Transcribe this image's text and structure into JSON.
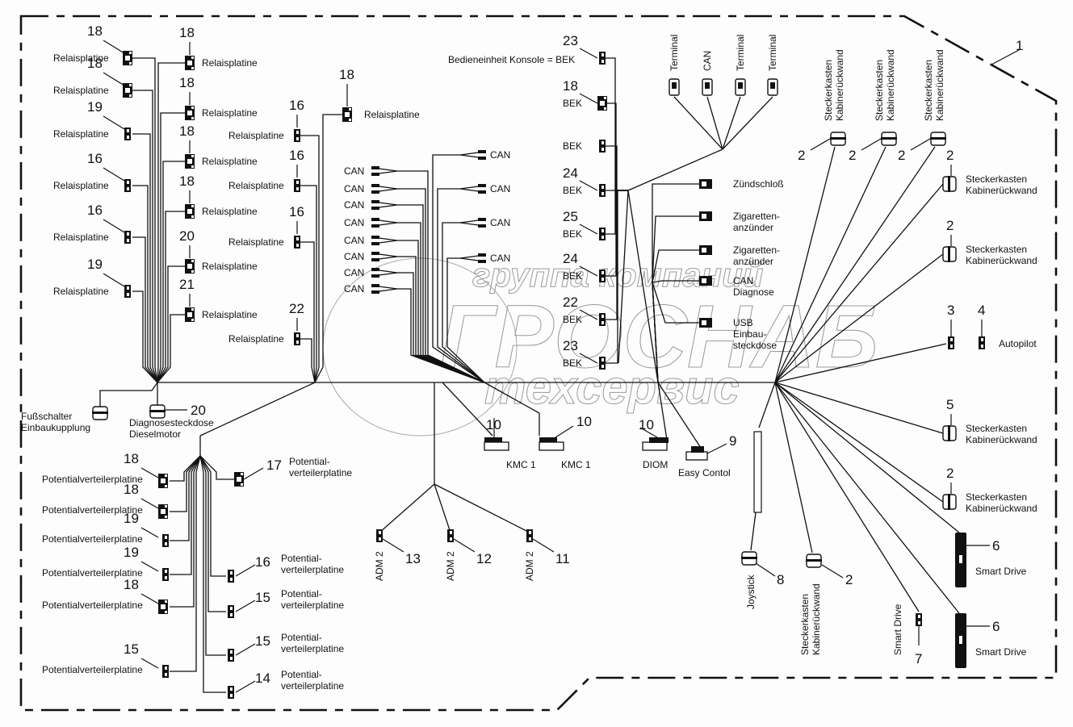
{
  "diagram": {
    "title": "Kabelbaum Kabine – Übersicht",
    "harness_ref": "1",
    "watermark": {
      "line1": "группа компаний",
      "line2": "ГРОСНАБ",
      "line3": "техсервис"
    }
  },
  "relay_left": [
    {
      "num": "18",
      "label": "Relaisplatine"
    },
    {
      "num": "18",
      "label": "Relaisplatine"
    },
    {
      "num": "19",
      "label": "Relaisplatine"
    },
    {
      "num": "16",
      "label": "Relaisplatine"
    },
    {
      "num": "16",
      "label": "Relaisplatine"
    },
    {
      "num": "19",
      "label": "Relaisplatine"
    }
  ],
  "relay_mid": [
    {
      "num": "18",
      "label": "Relaisplatine"
    },
    {
      "num": "18",
      "label": "Relaisplatine"
    },
    {
      "num": "18",
      "label": "Relaisplatine"
    },
    {
      "num": "18",
      "label": "Relaisplatine"
    },
    {
      "num": "20",
      "label": "Relaisplatine"
    },
    {
      "num": "21",
      "label": "Relaisplatine"
    }
  ],
  "relay_right": [
    {
      "num": "16",
      "label": "Relaisplatine"
    },
    {
      "num": "16",
      "label": "Relaisplatine"
    },
    {
      "num": "16",
      "label": "Relaisplatine"
    },
    {
      "num": "22",
      "label": "Relaisplatine"
    }
  ],
  "relay_top": {
    "num": "18",
    "label": "Relaisplatine"
  },
  "footswitch": {
    "label1": "Fußschalter",
    "label2": "Einbaukupplung"
  },
  "diag_engine": {
    "num": "20",
    "label1": "Diagnosesteckdose",
    "label2": "Dieselmotor"
  },
  "can_left": [
    "CAN",
    "CAN",
    "CAN",
    "CAN",
    "CAN",
    "CAN",
    "CAN",
    "CAN"
  ],
  "can_right": [
    "CAN",
    "CAN",
    "CAN",
    "CAN"
  ],
  "bek": {
    "title": "Bedieneinheit Konsole = BEK",
    "items": [
      {
        "num": "23",
        "label": ""
      },
      {
        "num": "18",
        "label": "BEK"
      },
      {
        "num": "",
        "label": "BEK"
      },
      {
        "num": "24",
        "label": "BEK"
      },
      {
        "num": "25",
        "label": "BEK"
      },
      {
        "num": "24",
        "label": "BEK"
      },
      {
        "num": "22",
        "label": "BEK"
      },
      {
        "num": "23",
        "label": "BEK"
      }
    ]
  },
  "terminals": [
    "Terminal",
    "CAN",
    "Terminal",
    "Terminal"
  ],
  "cab_right": [
    {
      "label1": "Zündschloß",
      "label2": ""
    },
    {
      "label1": "Zigaretten-",
      "label2": "anzünder"
    },
    {
      "label1": "Zigaretten-",
      "label2": "anzünder"
    },
    {
      "label1": "CAN",
      "label2": "Diagnose"
    },
    {
      "label1": "USB",
      "label2": "Einbau-",
      "label3": "steckdose"
    }
  ],
  "steckerkasten": {
    "label1": "Steckerkasten",
    "label2": "Kabinerückwand",
    "top_nums": [
      "2",
      "2",
      "2"
    ],
    "side": [
      {
        "num": "2"
      },
      {
        "num": "2"
      },
      {
        "num": "5"
      },
      {
        "num": "2"
      }
    ],
    "bottom_num": "2"
  },
  "autopilot": {
    "num3": "3",
    "num4": "4",
    "label": "Autopilot"
  },
  "smart_drive": [
    {
      "num": "6",
      "label": "Smart Drive"
    },
    {
      "num": "6",
      "label": "Smart Drive"
    },
    {
      "num": "7",
      "label": "Smart Drive"
    }
  ],
  "joystick": {
    "num": "8",
    "label": "Joystick"
  },
  "easy_control": {
    "num": "9",
    "label": "Easy Contol"
  },
  "diom": {
    "num": "10",
    "label": "DIOM"
  },
  "kmc": [
    {
      "num": "10",
      "label": "KMC 1"
    },
    {
      "num": "10",
      "label": "KMC 1"
    }
  ],
  "adm": [
    {
      "num": "13",
      "label": "ADM 2"
    },
    {
      "num": "12",
      "label": "ADM 2"
    },
    {
      "num": "11",
      "label": "ADM 2"
    }
  ],
  "potential_left": [
    {
      "num": "18",
      "label": "Potentialverteilerplatine"
    },
    {
      "num": "18",
      "label": "Potentialverteilerplatine"
    },
    {
      "num": "19",
      "label": "Potentialverteilerplatine"
    },
    {
      "num": "19",
      "label": "Potentialverteilerplatine"
    },
    {
      "num": "18",
      "label": "Potentialverteilerplatine"
    },
    {
      "num": "15",
      "label": "Potentialverteilerplatine"
    }
  ],
  "potential_right": [
    {
      "num": "17",
      "label1": "Potential-",
      "label2": "verteilerplatine"
    },
    {
      "num": "16",
      "label1": "Potential-",
      "label2": "verteilerplatine"
    },
    {
      "num": "15",
      "label1": "Potential-",
      "label2": "verteilerplatine"
    },
    {
      "num": "15",
      "label1": "Potential-",
      "label2": "verteilerplatine"
    },
    {
      "num": "14",
      "label1": "Potential-",
      "label2": "verteilerplatine"
    }
  ]
}
